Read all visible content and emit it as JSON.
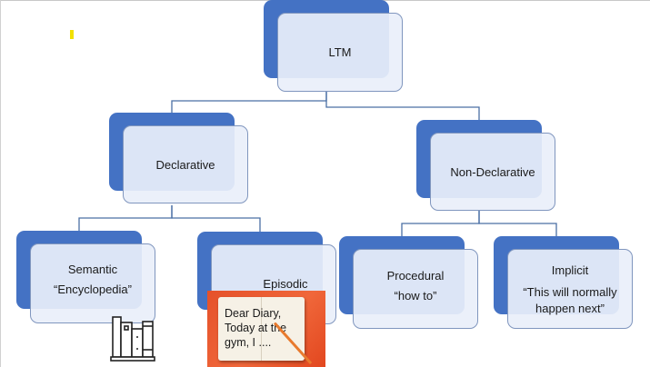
{
  "diagram": {
    "type": "hierarchy",
    "title": "Long-Term Memory",
    "colors": {
      "node_back": "#4472c4",
      "node_front": "#e9effa",
      "node_border": "#8096be",
      "connector": "#4a6fa5"
    },
    "root": {
      "label": "LTM"
    },
    "branches": [
      {
        "label": "Declarative",
        "children": [
          {
            "label": "Semantic",
            "subtitle": "“Encyclopedia”",
            "icon": "books-icon"
          },
          {
            "label": "Episodic",
            "subtitle": "",
            "image": "diary-image"
          }
        ]
      },
      {
        "label": "Non-Declarative",
        "children": [
          {
            "label": "Procedural",
            "subtitle": "“how to”"
          },
          {
            "label": "Implicit",
            "subtitle": "“This will normally happen next”"
          }
        ]
      }
    ],
    "diary_image": {
      "text_lines": [
        "Dear Diary,",
        "Today at the",
        "gym, I ...."
      ],
      "background_color": "#e8552c"
    }
  }
}
